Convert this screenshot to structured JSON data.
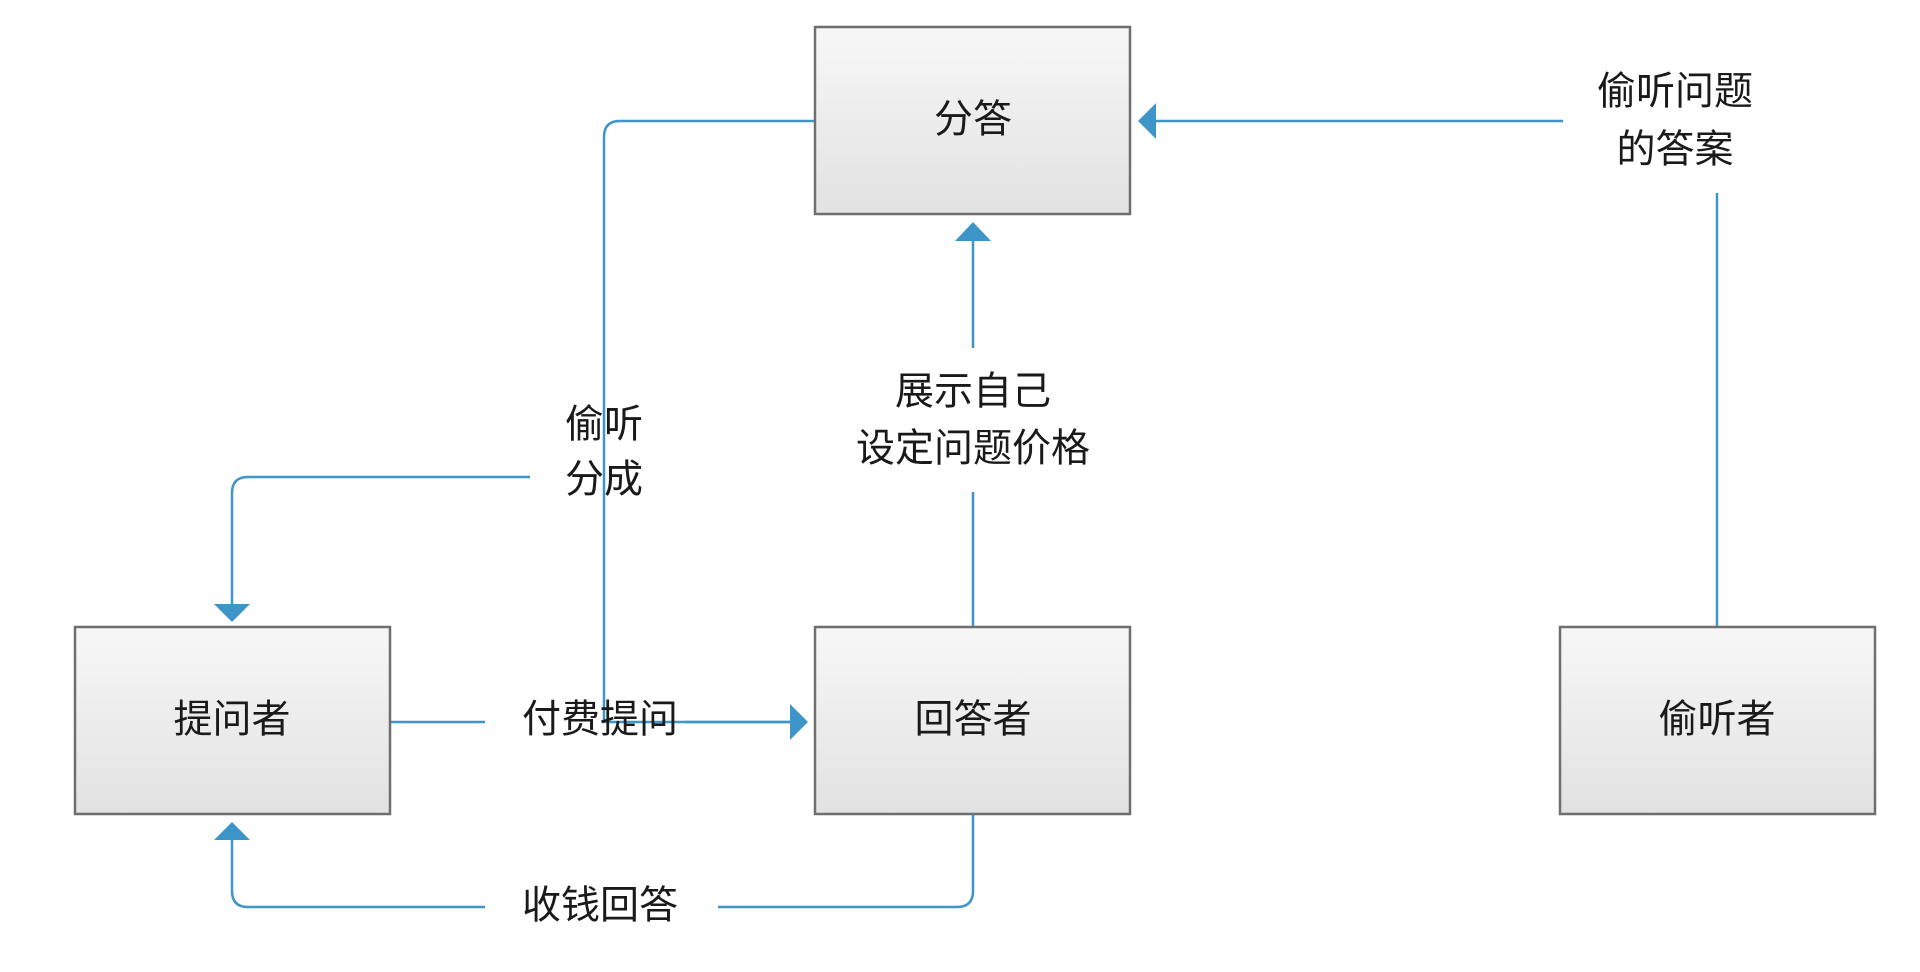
{
  "nodes": {
    "split_answer": "分答",
    "asker": "提问者",
    "answerer": "回答者",
    "eavesdropper": "偷听者"
  },
  "edges": {
    "pay_ask": "付费提问",
    "collect_answer": "收钱回答",
    "show_line1": "展示自己",
    "show_line2": "设定问题价格",
    "eavesdrop_share_line1": "偷听",
    "eavesdrop_share_line2": "分成",
    "eavesdrop_answer_line1": "偷听问题",
    "eavesdrop_answer_line2": "的答案"
  },
  "colors": {
    "edge": "#3e95c8",
    "box_border": "#6f6f6f",
    "box_fill_top": "#f7f7f7",
    "box_fill_bottom": "#e2e2e2"
  }
}
